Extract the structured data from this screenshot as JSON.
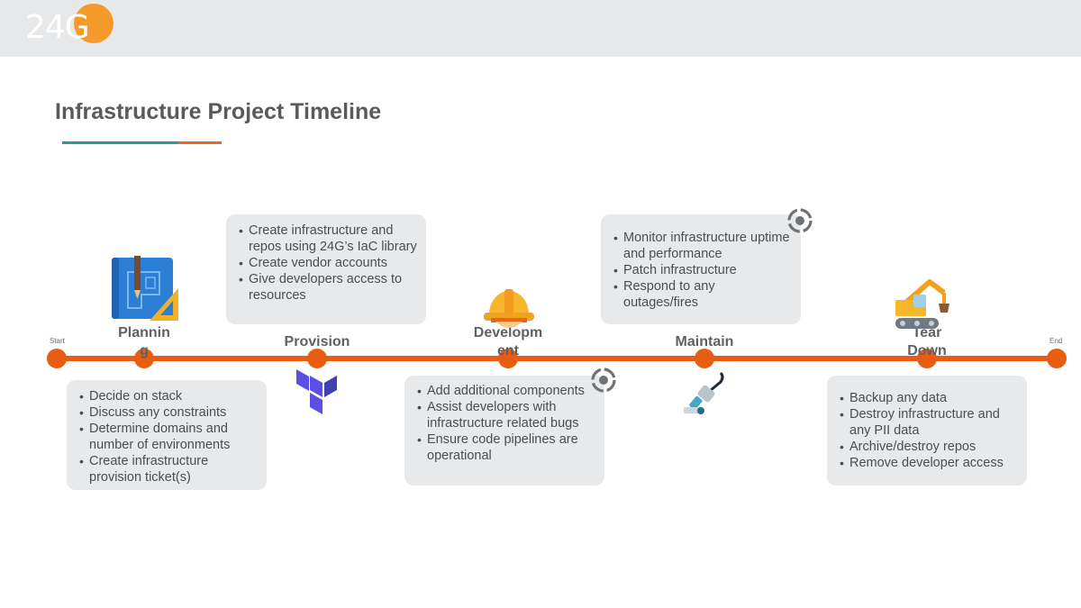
{
  "header": {
    "logo_text": "24G"
  },
  "title": "Infrastructure Project Timeline",
  "timeline": {
    "start_label": "Start",
    "end_label": "End"
  },
  "stages": [
    {
      "name": "Plannin g",
      "line1": "Plannin",
      "line2": "g",
      "icon": "blueprint-icon",
      "items": [
        "Decide on stack",
        "Discuss any constraints",
        "Determine  domains and number of environments",
        "Create infrastructure provision ticket(s)"
      ]
    },
    {
      "name": "Provision",
      "line1": "Provision",
      "icon": "terraform-logo-icon",
      "items": [
        "Create infrastructure and repos using 24G’s IaC library",
        "Create vendor accounts",
        "Give developers access to resources"
      ]
    },
    {
      "name": "Developm ent",
      "line1": "Developm",
      "line2": "ent",
      "icon": "hard-hat-icon",
      "items": [
        "Add additional components",
        "Assist developers with infrastructure related bugs",
        "Ensure code pipelines are operational"
      ]
    },
    {
      "name": "Maintain",
      "line1": "Maintain",
      "icon": "vacuum-icon",
      "items": [
        "Monitor infrastructure uptime and performance",
        "Patch infrastructure",
        "Respond to any outages/fires"
      ]
    },
    {
      "name": "Tear Down",
      "line1": "Tear",
      "line2": "Down",
      "icon": "excavator-icon",
      "items": [
        "Backup any data",
        "Destroy infrastructure and any PII data",
        "Archive/destroy repos",
        "Remove developer access"
      ]
    }
  ],
  "colors": {
    "accent": "#e85d12",
    "teal": "#2a9a8f",
    "box": "#e7e9ea",
    "logo_orange": "#f39a2b"
  }
}
